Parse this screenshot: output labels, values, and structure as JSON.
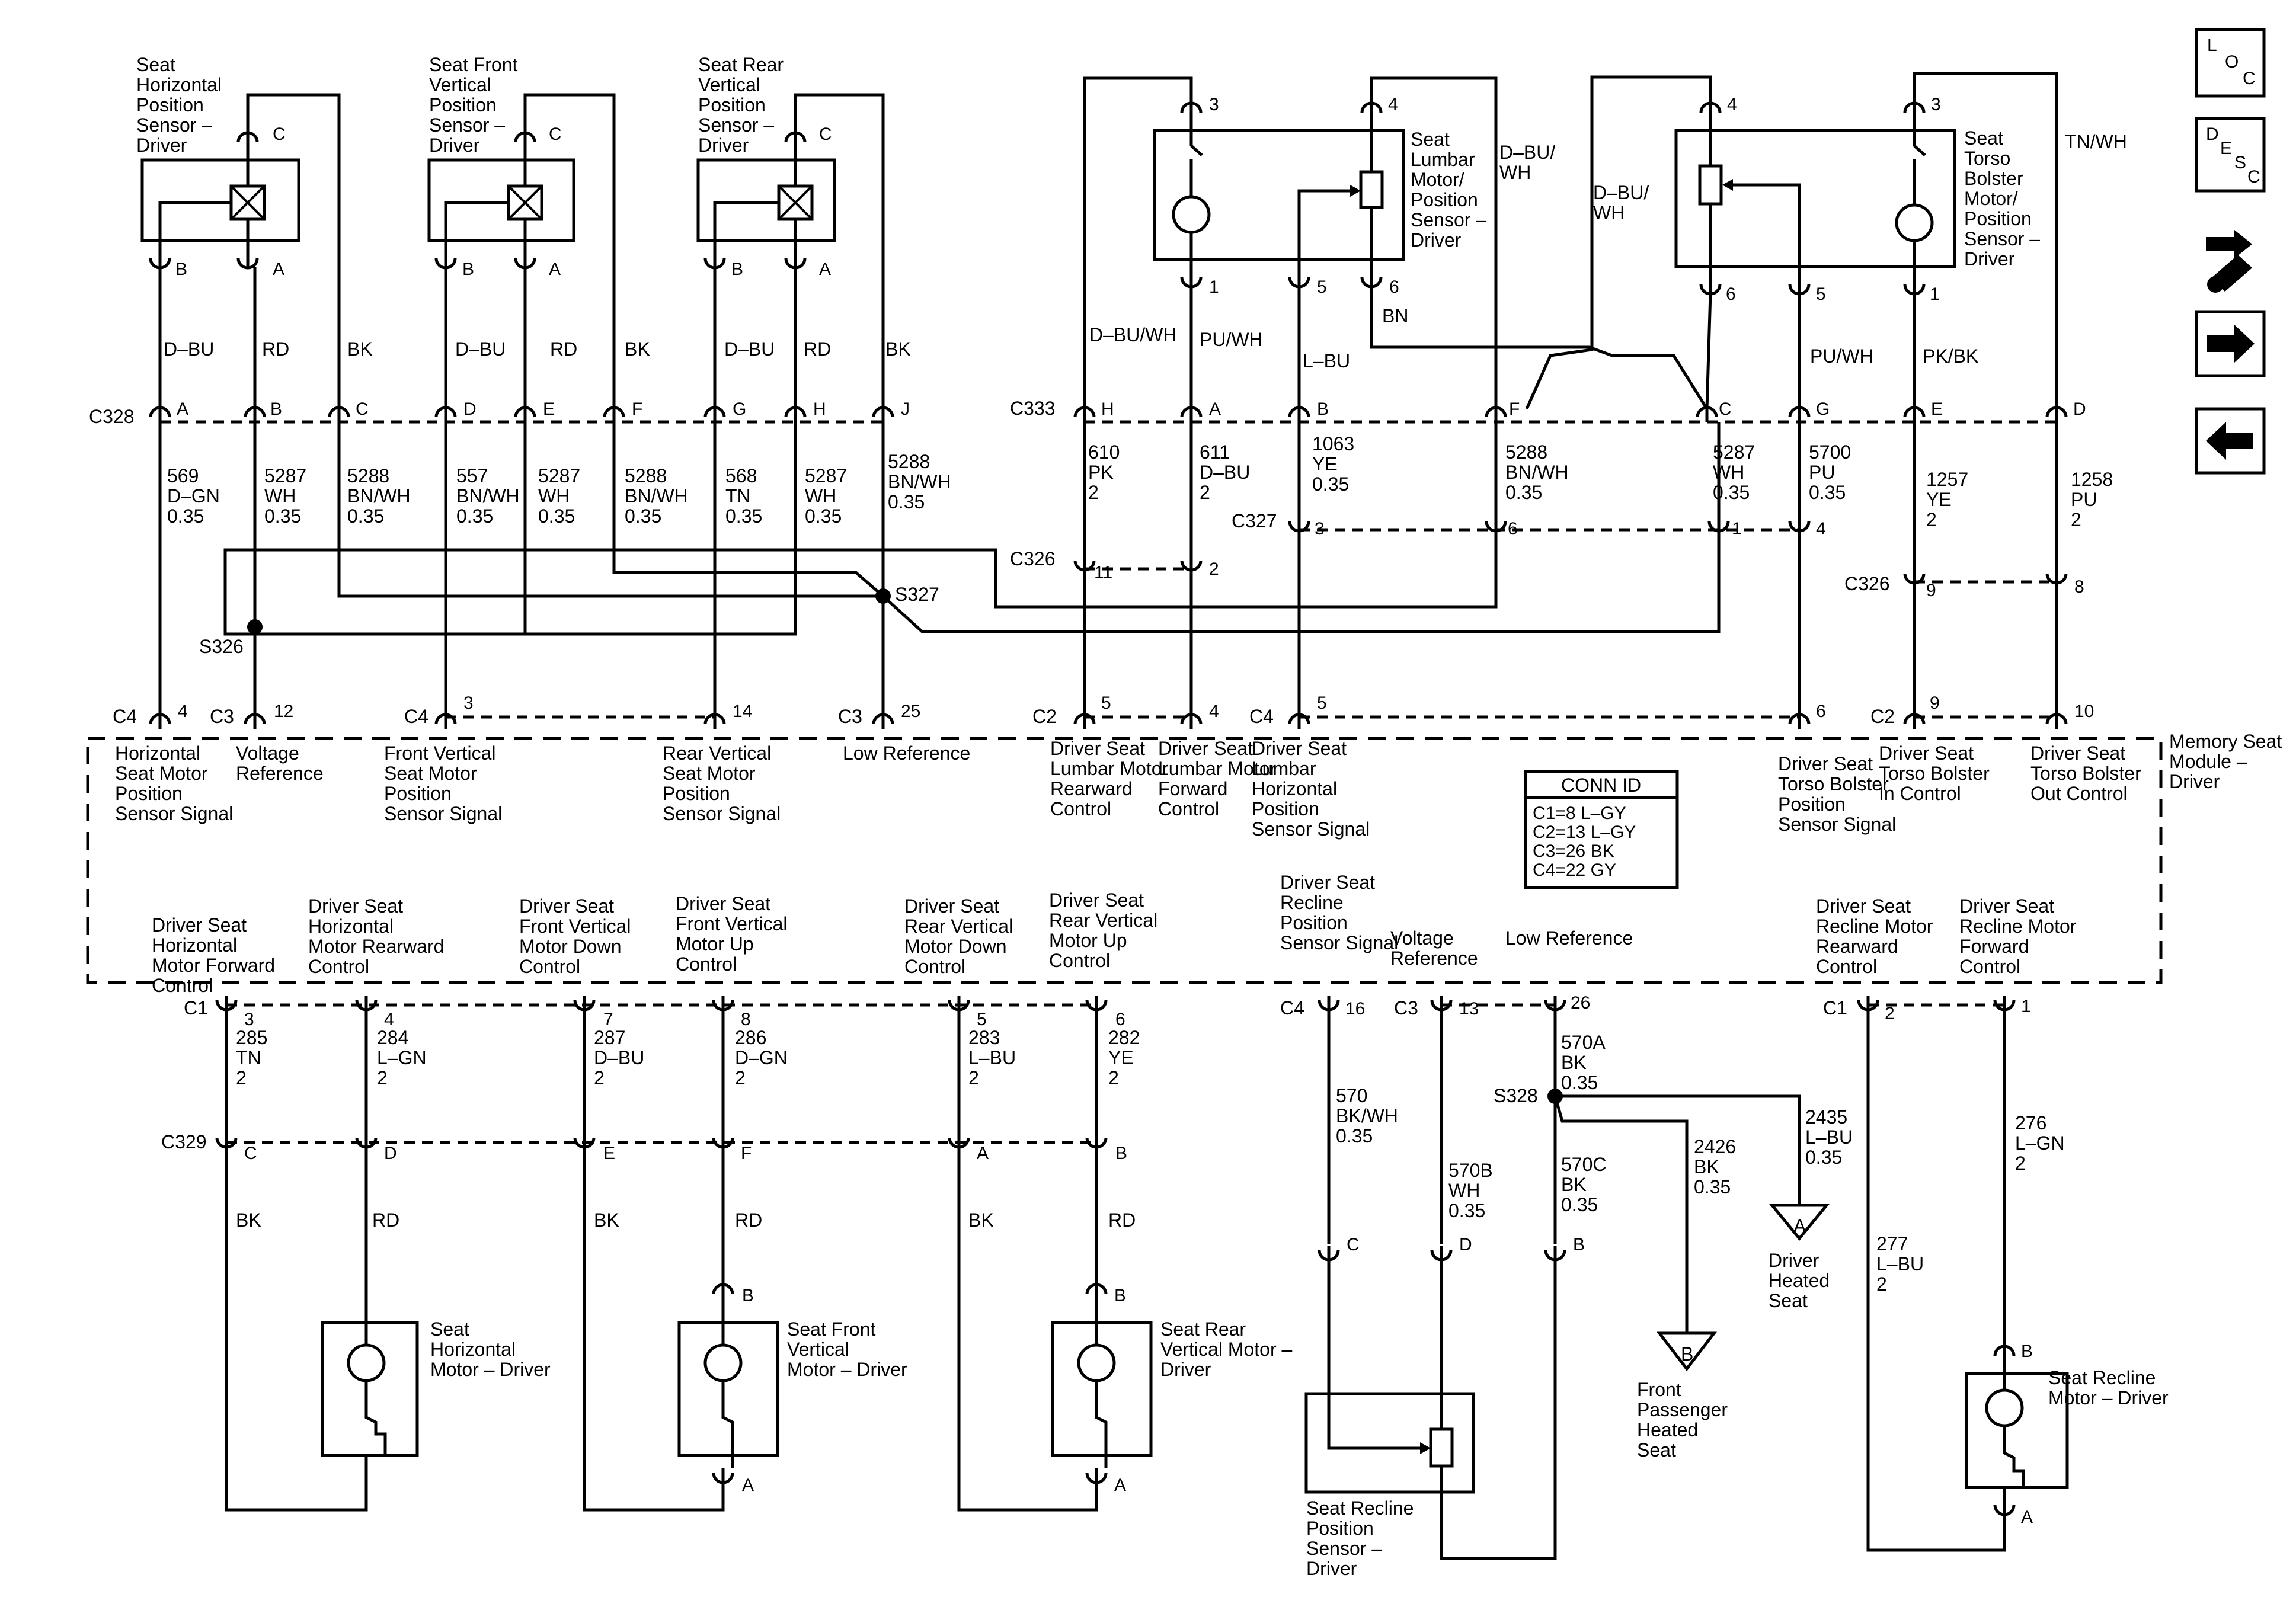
{
  "nav": {
    "loc": "LOC",
    "loc_letters": [
      "L",
      "O",
      "C"
    ],
    "desc_letters": [
      "D",
      "E",
      "S",
      "C"
    ]
  },
  "components": {
    "horiz_sensor": "Seat Horizontal Position Sensor – Driver",
    "front_vert_sensor": "Seat Front Vertical Position Sensor – Driver",
    "rear_vert_sensor": "Seat Rear Vertical Position Sensor – Driver",
    "lumbar_motor": "Seat Lumbar Motor/ Position Sensor – Driver",
    "torso_motor": "Seat Torso Bolster Motor/ Position Sensor – Driver",
    "memory_module": "Memory Seat Module – Driver",
    "horiz_motor": "Seat Horizontal Motor – Driver",
    "front_vert_motor": "Seat Front Vertical Motor – Driver",
    "rear_vert_motor": "Seat Rear Vertical Motor – Driver",
    "recline_sensor": "Seat Recline Position Sensor – Driver",
    "recline_motor": "Seat Recline Motor – Driver",
    "driver_heated": "Driver Heated Seat",
    "passenger_heated": "Front Passenger Heated Seat"
  },
  "conn_id": {
    "title": "CONN ID",
    "rows": [
      "C1=8 L–GY",
      "C2=13 L–GY",
      "C3=26 BK",
      "C4=22 GY"
    ]
  },
  "connectors": {
    "c328": "C328",
    "c333": "C333",
    "c327": "C327",
    "c326a": "C326",
    "c326b": "C326",
    "c329": "C329",
    "s326": "S326",
    "s327": "S327",
    "s328": "S328",
    "c4a": "C4",
    "c3a": "C3",
    "c4b": "C4",
    "c3b": "C3",
    "c2a": "C2",
    "c4c": "C4",
    "c2b": "C2",
    "c1a": "C1",
    "c4d": "C4",
    "c3c": "C3",
    "c1b": "C1"
  },
  "module_top": [
    "Horizontal Seat Motor Position Sensor Signal",
    "Voltage Reference",
    "Front Vertical Seat Motor Position Sensor Signal",
    "Rear Vertical Seat Motor Position Sensor Signal",
    "Low Reference",
    "Driver Seat Lumbar Motor Rearward Control",
    "Driver Seat Lumbar Motor Forward Control",
    "Driver Seat Lumbar Horizontal Position Sensor Signal",
    "Driver Seat Torso Bolster Position Sensor Signal",
    "Driver Seat Torso Bolster In Control",
    "Driver Seat Torso Bolster Out Control"
  ],
  "module_bottom": [
    "Driver Seat Horizontal Motor Forward Control",
    "Driver Seat Horizontal Motor Rearward Control",
    "Driver Seat Front Vertical Motor Down Control",
    "Driver Seat Front Vertical Motor Up Control",
    "Driver Seat Rear Vertical Motor Down Control",
    "Driver Seat Rear Vertical Motor Up Control",
    "Driver Seat Recline Position Sensor Signal",
    "Voltage Reference",
    "Low Reference",
    "Driver Seat Recline Motor Rearward Control",
    "Driver Seat Recline Motor Forward Control"
  ],
  "wires_top": [
    {
      "c": "D–BU",
      "circ": "569",
      "circ_c": "D–GN",
      "g": "0.35"
    },
    {
      "c": "RD",
      "circ": "5287",
      "circ_c": "WH",
      "g": "0.35"
    },
    {
      "c": "BK",
      "circ": "5288",
      "circ_c": "BN/WH",
      "g": "0.35"
    },
    {
      "c": "D–BU",
      "circ": "557",
      "circ_c": "BN/WH",
      "g": "0.35"
    },
    {
      "c": "RD",
      "circ": "5287",
      "circ_c": "WH",
      "g": "0.35"
    },
    {
      "c": "BK",
      "circ": "5288",
      "circ_c": "BN/WH",
      "g": "0.35"
    },
    {
      "c": "D–BU",
      "circ": "568",
      "circ_c": "TN",
      "g": "0.35"
    },
    {
      "c": "RD",
      "circ": "5287",
      "circ_c": "WH",
      "g": "0.35"
    },
    {
      "c": "BK",
      "circ": "5288",
      "circ_c": "BN/WH",
      "g": "0.35"
    }
  ],
  "wires_right": [
    {
      "c": "D–BU/WH",
      "circ": "610",
      "circ_c": "PK",
      "g": "2"
    },
    {
      "c": "PU/WH",
      "circ": "611",
      "circ_c": "D–BU",
      "g": "2"
    },
    {
      "c": "L–BU",
      "circ": "1063",
      "circ_c": "YE",
      "g": "0.35"
    },
    {
      "c": "D–BU/ WH",
      "circ": "5288",
      "circ_c": "BN/WH",
      "g": "0.35"
    },
    {
      "c": "D–BU/ WH",
      "circ": "5287",
      "circ_c": "WH",
      "g": "0.35"
    },
    {
      "c": "PU/WH",
      "circ": "5700",
      "circ_c": "PU",
      "g": "0.35"
    },
    {
      "c": "PK/BK",
      "circ": "1257",
      "circ_c": "YE",
      "g": "2"
    },
    {
      "c": "TN/WH",
      "circ": "1258",
      "circ_c": "PU",
      "g": "2"
    },
    {
      "c": "BN",
      "circ": "",
      "circ_c": "",
      "g": ""
    }
  ],
  "wires_bottom": [
    {
      "circ": "285",
      "circ_c": "TN",
      "g": "2",
      "c": "BK"
    },
    {
      "circ": "284",
      "circ_c": "L–GN",
      "g": "2",
      "c": "RD"
    },
    {
      "circ": "287",
      "circ_c": "D–BU",
      "g": "2",
      "c": "BK"
    },
    {
      "circ": "286",
      "circ_c": "D–GN",
      "g": "2",
      "c": "RD"
    },
    {
      "circ": "283",
      "circ_c": "L–BU",
      "g": "2",
      "c": "BK"
    },
    {
      "circ": "282",
      "circ_c": "YE",
      "g": "2",
      "c": "RD"
    },
    {
      "circ": "570",
      "circ_c": "BK/WH",
      "g": "0.35"
    },
    {
      "circ": "570B",
      "circ_c": "WH",
      "g": "0.35"
    },
    {
      "circ": "570A",
      "circ_c": "BK",
      "g": "0.35"
    },
    {
      "circ": "570C",
      "circ_c": "BK",
      "g": "0.35"
    },
    {
      "circ": "2426",
      "circ_c": "BK",
      "g": "0.35"
    },
    {
      "circ": "2435",
      "circ_c": "L–BU",
      "g": "0.35"
    },
    {
      "circ": "277",
      "circ_c": "L–BU",
      "g": "2"
    },
    {
      "circ": "276",
      "circ_c": "L–GN",
      "g": "2"
    }
  ]
}
